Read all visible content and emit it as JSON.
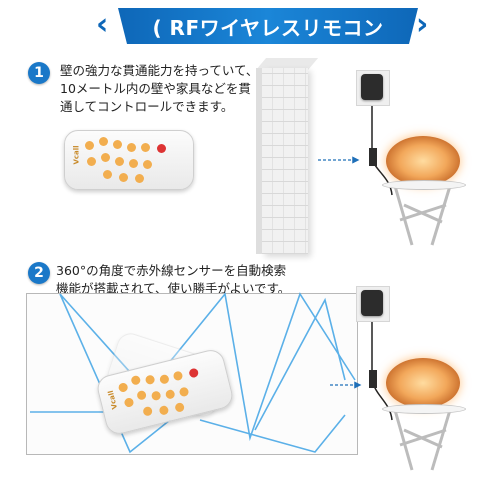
{
  "header": {
    "title": "( RFワイヤレスリモコン"
  },
  "steps": [
    {
      "number": "1",
      "lines": [
        "壁の強力な貫通能力を持っていて、",
        "10メートル内の壁や家具などを貫",
        "通してコントロールできます。"
      ]
    },
    {
      "number": "2",
      "lines": [
        "360°の角度で赤外線センサーを自動検索",
        "機能が搭載されて、使い勝手がよいです。"
      ]
    }
  ],
  "remote": {
    "brand": "Vcall"
  },
  "colors": {
    "accent": "#1a78c8",
    "signal": "#4aa8e6",
    "button": "#f2ae4f",
    "light": "#f2a75a"
  }
}
